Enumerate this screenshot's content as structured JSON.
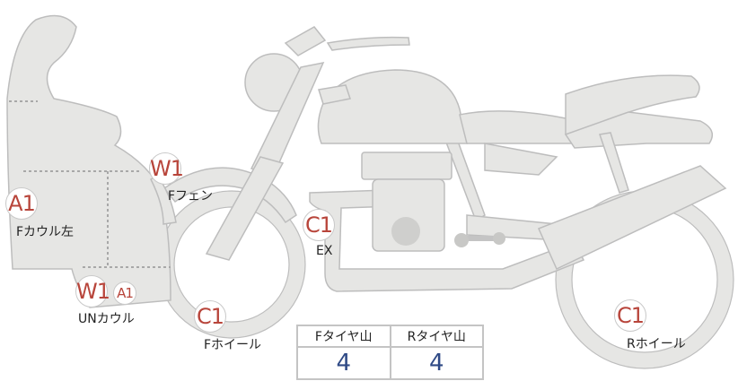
{
  "parts": [
    {
      "grade": "A1",
      "label": "Fカウル左"
    },
    {
      "grade": "W1",
      "label": "Fフェン"
    },
    {
      "grade": "C1",
      "label": "EX"
    },
    {
      "grade": "W1",
      "grade2": "A1",
      "label": "UNカウル"
    },
    {
      "grade": "C1",
      "label": "Fホイール"
    },
    {
      "grade": "C1",
      "label": "Rホイール"
    }
  ],
  "tread": {
    "front_label": "Fタイヤ山",
    "rear_label": "Rタイヤ山",
    "front_value": "4",
    "rear_value": "4"
  },
  "colors": {
    "grade_text": "#b8453b",
    "value_text": "#2f4a86",
    "part_fill": "#e6e6e4",
    "part_stroke": "#bdbdbd"
  }
}
